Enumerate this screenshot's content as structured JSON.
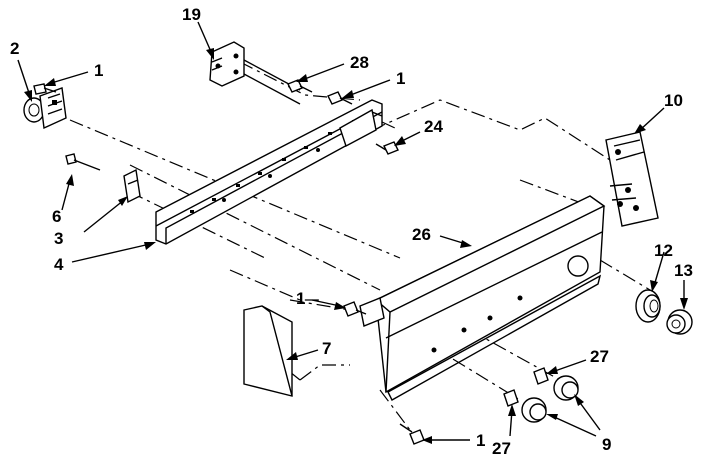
{
  "diagram": {
    "labels": [
      {
        "id": "p1a",
        "text": "1"
      },
      {
        "id": "p2",
        "text": "2"
      },
      {
        "id": "p19",
        "text": "19"
      },
      {
        "id": "p28",
        "text": "28"
      },
      {
        "id": "p1b",
        "text": "1"
      },
      {
        "id": "p10",
        "text": "10"
      },
      {
        "id": "p24",
        "text": "24"
      },
      {
        "id": "p6",
        "text": "6"
      },
      {
        "id": "p3",
        "text": "3"
      },
      {
        "id": "p4",
        "text": "4"
      },
      {
        "id": "p26",
        "text": "26"
      },
      {
        "id": "p12",
        "text": "12"
      },
      {
        "id": "p13",
        "text": "13"
      },
      {
        "id": "p1c",
        "text": "1"
      },
      {
        "id": "p7",
        "text": "7"
      },
      {
        "id": "p27a",
        "text": "27"
      },
      {
        "id": "p27b",
        "text": "27"
      },
      {
        "id": "p1d",
        "text": "1"
      },
      {
        "id": "p9",
        "text": "9"
      }
    ]
  }
}
